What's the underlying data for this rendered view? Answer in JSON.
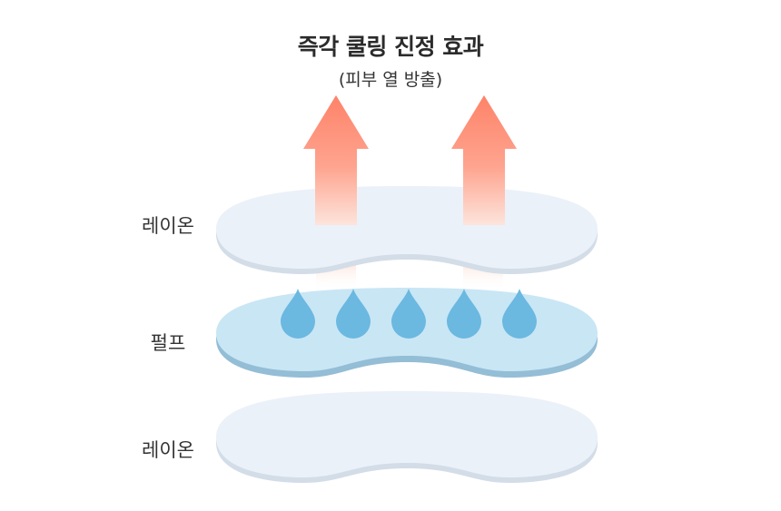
{
  "title": "즉각 쿨링 진정 효과",
  "subtitle": "(피부 열 방출)",
  "layers": {
    "top": "레이온",
    "middle": "펄프",
    "bottom": "레이온"
  },
  "colors": {
    "arrow_top": "#fe8369",
    "arrow_bottom": "#fde4dc",
    "rayon_face": "#ebf1f8",
    "rayon_edge": "#d3dde8",
    "pulp_face": "#c9e6f5",
    "pulp_edge": "#94bdd6",
    "drop": "#6bb8e0"
  },
  "icons": {
    "arrow": "up-arrow-icon",
    "drop": "water-drop-icon"
  },
  "drops_count": 5,
  "arrows_count": 2
}
